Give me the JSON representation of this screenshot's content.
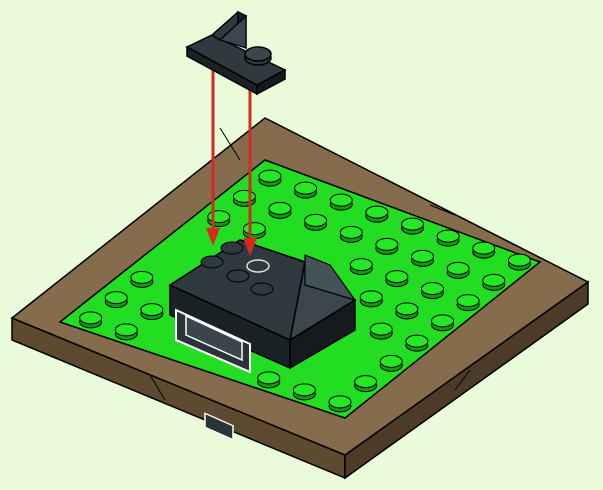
{
  "colors": {
    "background": "#e9fbd8",
    "frame_top": "#846c4c",
    "frame_side": "#5e4a31",
    "plate_green": "#22dd22",
    "plate_green_dark": "#139a13",
    "stud_green": "#25e825",
    "brick_dark": "#2f3a3f",
    "brick_shadow": "#1b2226",
    "arrow": "#d42a22",
    "outline": "#000000"
  },
  "icons": {
    "plate": "green-baseplate",
    "frame": "brown-tile-frame",
    "piece_new": "dark-bracket-plate",
    "piece_base": "dark-slope-assembly",
    "arrow": "placement-arrow"
  }
}
